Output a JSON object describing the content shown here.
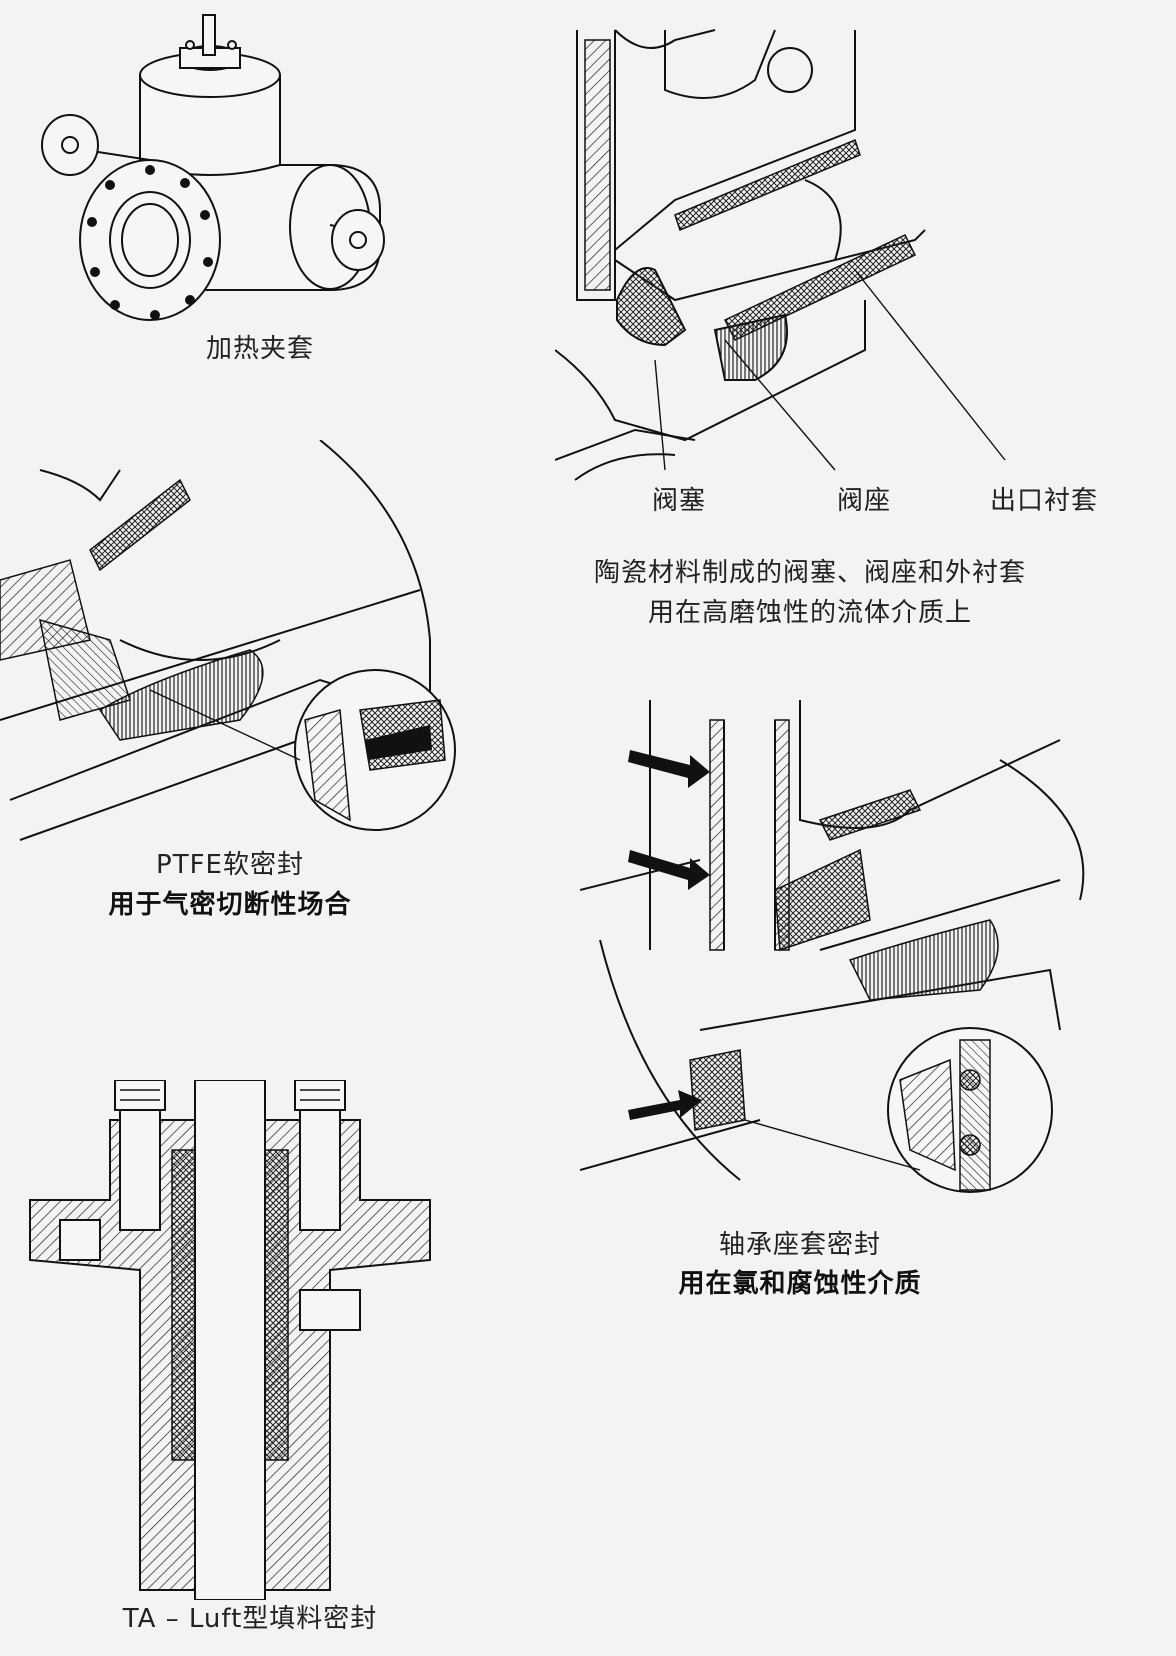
{
  "heating_jacket": {
    "caption": "加热夹套"
  },
  "ceramic": {
    "label_plug": "阀塞",
    "label_seat": "阀座",
    "label_liner": "出口衬套",
    "caption_line1": "陶瓷材料制成的阀塞、阀座和外衬套",
    "caption_line2": "用在高磨蚀性的流体介质上"
  },
  "ptfe": {
    "caption_line1": "PTFE软密封",
    "caption_line2": "用于气密切断性场合"
  },
  "bearing": {
    "caption_line1": "轴承座套密封",
    "caption_line2": "用在氯和腐蚀性介质"
  },
  "packing": {
    "caption": "TA – Luft型填料密封"
  }
}
